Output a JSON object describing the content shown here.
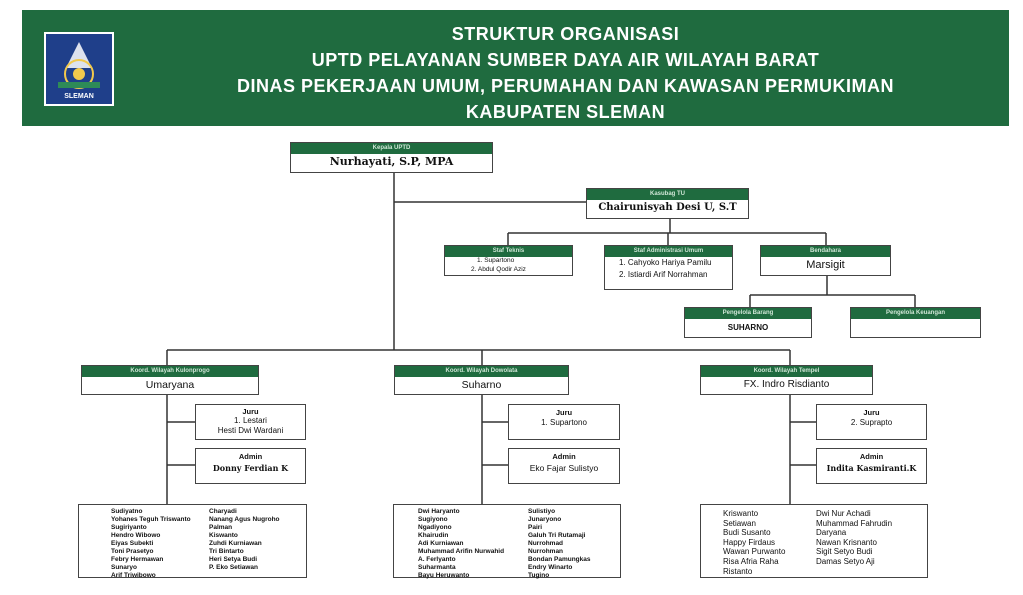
{
  "header": {
    "lines": [
      "STRUKTUR ORGANISASI",
      "UPTD PELAYANAN SUMBER DAYA AIR WILAYAH BARAT",
      "DINAS PEKERJAAN UMUM, PERUMAHAN DAN KAWASAN PERMUKIMAN",
      "KABUPATEN SLEMAN"
    ],
    "logo_text": "SLEMAN"
  },
  "kepala": {
    "title": "Kepala UPTD",
    "name": "Nurhayati, S.P, MPA"
  },
  "kasubag": {
    "title": "Kasubag TU",
    "name": "Chairunisyah Desi U, S.T"
  },
  "staf_teknis": {
    "title": "Staf Teknis",
    "items": [
      "1. Supartono",
      "2. Abdul Qodir Aziz"
    ]
  },
  "staf_admin": {
    "title": "Staf Administrasi Umum",
    "items": [
      "1. Cahyoko Hariya Pamilu",
      "2. Istiardi Arif Norrahman"
    ]
  },
  "bendahara": {
    "title": "Bendahara",
    "name": "Marsigit"
  },
  "pengelola_barang": {
    "title": "Pengelola Barang",
    "name": "SUHARNO"
  },
  "pengelola_keuangan": {
    "title": "Pengelola Keuangan",
    "name": ""
  },
  "wilayah": [
    {
      "title": "Koord. Wilayah Kulonprogo",
      "name": "Umaryana",
      "juru_title": "Juru",
      "juru": [
        "1. Lestari",
        "Hesti Dwi Wardani"
      ],
      "admin_title": "Admin",
      "admin": "Donny Ferdian K",
      "staff_left": [
        "Sudiyatno",
        "Yohanes Teguh Triswanto",
        "Sugiriyanto",
        "Hendro Wibowo",
        "Eiyas Subekti",
        "Toni Prasetyo",
        "Febry Hermawan",
        "Sunaryo",
        "Arif Triwibowo"
      ],
      "staff_right": [
        "Charyadi",
        "Nanang Agus Nugroho",
        "Palman",
        "Kiswanto",
        "Zuhdi Kurniawan",
        "Tri Bintarto",
        "Heri Setya Budi",
        "P. Eko Setiawan"
      ]
    },
    {
      "title": "Koord. Wilayah Dowolata",
      "name": "Suharno",
      "juru_title": "Juru",
      "juru": [
        "1. Supartono"
      ],
      "admin_title": "Admin",
      "admin": "Eko Fajar Sulistyo",
      "staff_left": [
        "Dwi Haryanto",
        "Sugiyono",
        "Ngadiyono",
        "Khairudin",
        "Adi Kurniawan",
        "Muhammad Arifin Nurwahid",
        "A. Ferlyanto",
        "Suharmanta",
        "Bayu Heruwanto"
      ],
      "staff_right": [
        "Sulistiyo",
        "Junaryono",
        "Pairi",
        "Galuh Tri Rutamaji",
        "Nurrohmad",
        "Nurrohman",
        "Bondan Pamungkas",
        "Endry Winarto",
        "Tugino"
      ]
    },
    {
      "title": "Koord. Wilayah Tempel",
      "name": "FX. Indro Risdianto",
      "juru_title": "Juru",
      "juru": [
        "2. Suprapto"
      ],
      "admin_title": "Admin",
      "admin": "Indita Kasmiranti.K",
      "staff_left": [
        "Kriswanto",
        "Setiawan",
        "Budi Susanto",
        "Happy Firdaus",
        "Wawan Purwanto",
        "Risa Afria Raha",
        "Ristanto"
      ],
      "staff_right": [
        "Dwi Nur Achadi",
        "Muhammad Fahrudin",
        "Daryana",
        "Nawan Krisnanto",
        "Sigit Setyo Budi",
        "Damas Setyo Aji"
      ]
    }
  ]
}
